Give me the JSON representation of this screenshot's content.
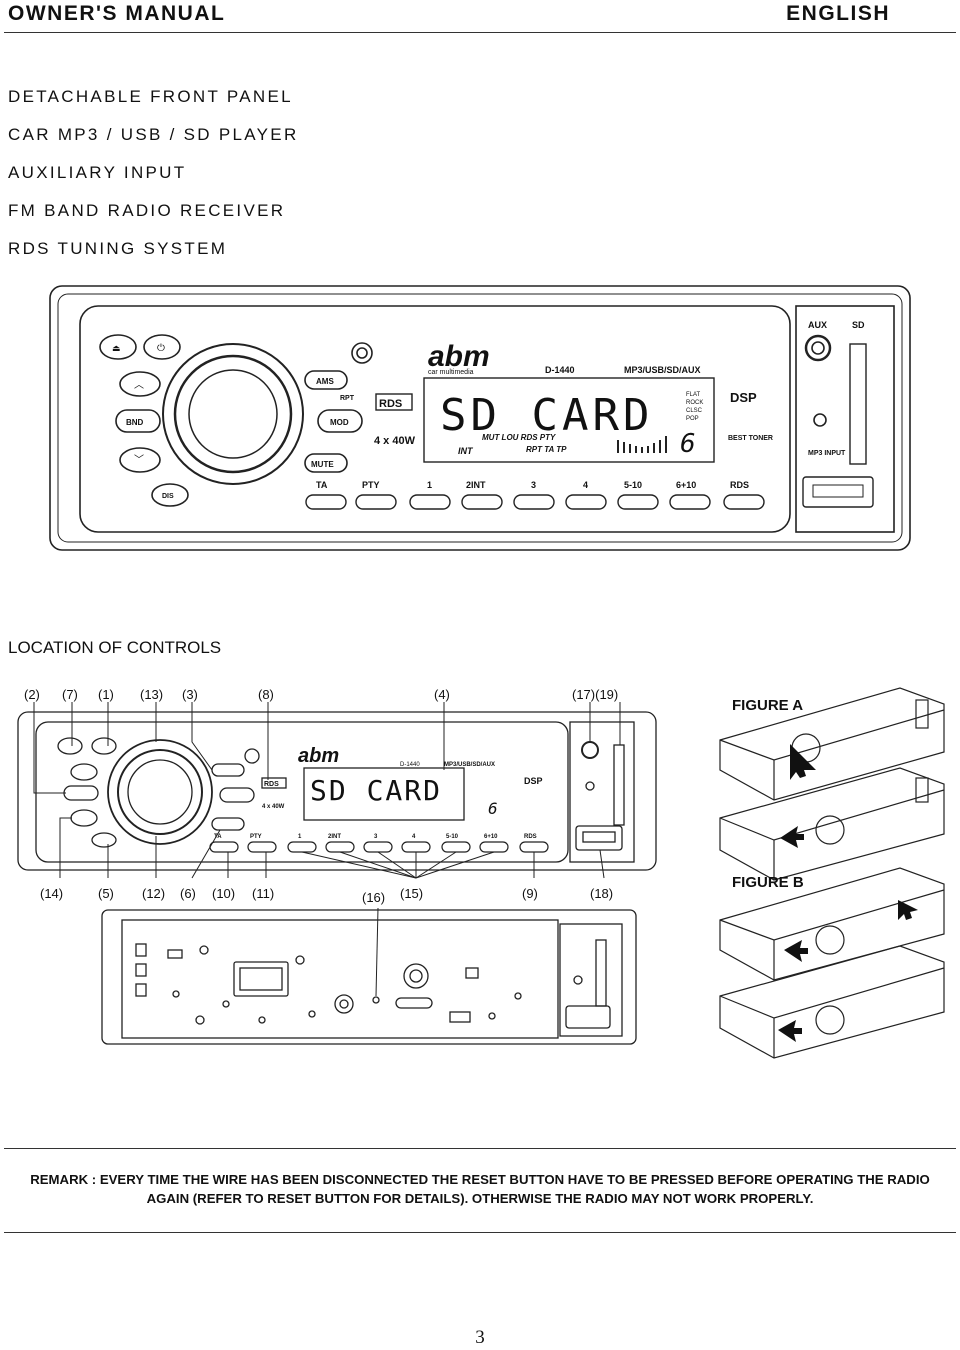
{
  "header": {
    "left": "OWNER'S MANUAL",
    "right": "ENGLISH"
  },
  "features": [
    "DETACHABLE FRONT PANEL",
    "CAR MP3 / USB / SD PLAYER",
    "AUXILIARY INPUT",
    "FM BAND RADIO RECEIVER",
    "RDS TUNING SYSTEM"
  ],
  "panel": {
    "brand": "abm",
    "brand_sub": "car multimedia",
    "model": "D-1440",
    "formats": "MP3/USB/SD/AUX",
    "display_text": "SD CARD",
    "display_digit": "6",
    "rds_logo": "RDS",
    "power": "4 x 40W",
    "int": "INT",
    "indicators_top": "MUT  LOU  RDS PTY",
    "indicators_bottom": "RPT TA TP",
    "eq": [
      "FLAT",
      "ROCK",
      "CLSC",
      "POP"
    ],
    "dsp": "DSP",
    "best_tuner": "BEST TONER",
    "left_buttons": [
      "BND",
      "DIS"
    ],
    "side_buttons": [
      "AMS",
      "MOD",
      "MUTE"
    ],
    "rpt": "RPT",
    "bottom_buttons": [
      "TA",
      "PTY",
      "1",
      "2INT",
      "3",
      "4",
      "5-10",
      "6+10",
      "RDS"
    ],
    "aux": "AUX",
    "sd": "SD",
    "mp3_input": "MP3 INPUT"
  },
  "location_title": "LOCATION OF CONTROLS",
  "callouts_top": [
    "(2)",
    "(7)",
    "(1)",
    "(13)",
    "(3)",
    "(8)",
    "(4)",
    "(17)(19)"
  ],
  "callouts_bottom": [
    "(14)",
    "(5)",
    "(12)",
    "(6)",
    "(10)",
    "(11)",
    "(16)",
    "(15)",
    "(9)",
    "(18)"
  ],
  "figure_a": "FIGURE A",
  "figure_b": "FIGURE B",
  "remark": {
    "line1": "REMARK : EVERY TIME THE WIRE HAS BEEN DISCONNECTED THE RESET BUTTON HAVE TO BE PRESSED BEFORE OPERATING THE RADIO",
    "line2": "AGAIN (REFER TO RESET BUTTON FOR DETAILS).  OTHERWISE THE RADIO MAY NOT WORK PROPERLY."
  },
  "page_number": "3"
}
